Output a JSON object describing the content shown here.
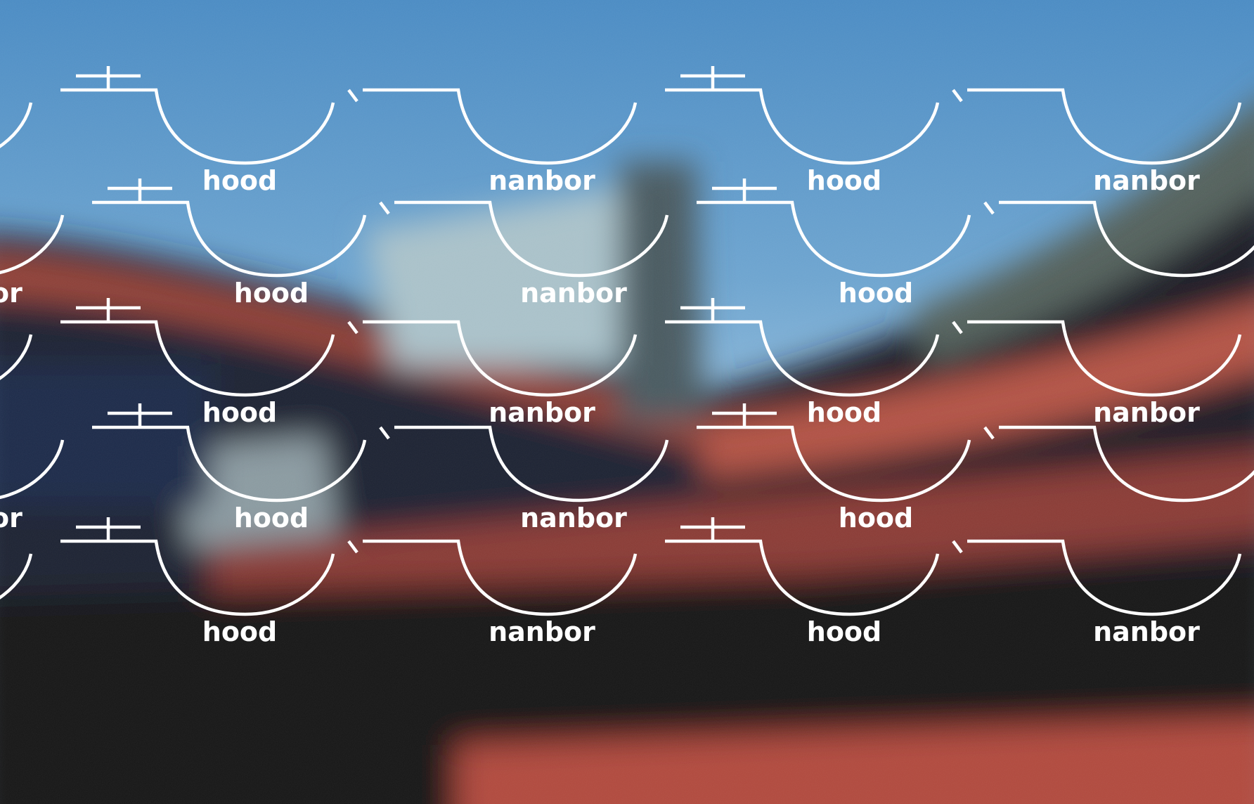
{
  "pattern": {
    "words": [
      "hood",
      "nanbor"
    ],
    "rows": [
      [
        "hood",
        "nanbor",
        "hood",
        "nanbor"
      ],
      [
        "nanbor",
        "hood",
        "nanbor",
        "hood"
      ],
      [
        "hood",
        "nanbor",
        "hood",
        "nanbor"
      ],
      [
        "nanbor",
        "hood",
        "nanbor",
        "hood"
      ],
      [
        "hood",
        "nanbor",
        "hood",
        "nanbor"
      ]
    ],
    "line_color": "#ffffff",
    "text_color": "#ffffff"
  },
  "background": {
    "description_colors": {
      "sky_top": "#4a8cc4",
      "sky_bottom": "#7fb2d8",
      "roof_dark": "#151820",
      "roof_red": "#b04a3c"
    }
  }
}
